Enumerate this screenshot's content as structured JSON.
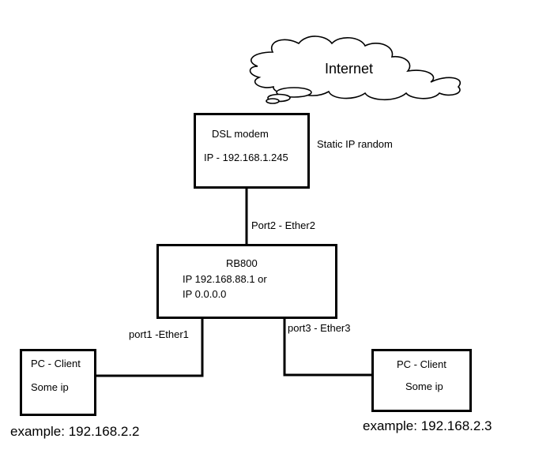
{
  "internet": {
    "label": "Internet"
  },
  "modem": {
    "title": "DSL modem",
    "ip": "IP - 192.168.1.245",
    "side_note": "Static IP random"
  },
  "router": {
    "title": "RB800",
    "ip_line1": "IP 192.168.88.1 or",
    "ip_line2": "IP 0.0.0.0"
  },
  "links": {
    "modem_router": "Port2 - Ether2",
    "router_pc_left": "port1 -Ether1",
    "router_pc_right": "port3 - Ether3"
  },
  "pc_left": {
    "title": "PC - Client",
    "ip": "Some ip",
    "example": "example: 192.168.2.2"
  },
  "pc_right": {
    "title": "PC - Client",
    "ip": "Some ip",
    "example": "example: 192.168.2.3"
  }
}
